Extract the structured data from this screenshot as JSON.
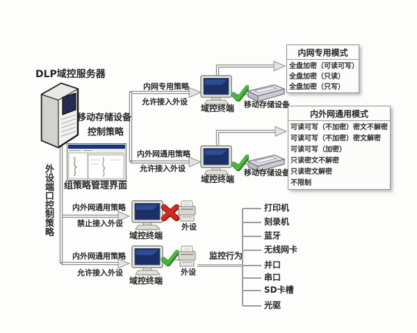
{
  "colors": {
    "check_green": "#49b83c",
    "cross_red": "#d42a1e",
    "window_titlebar_blue": "#15357e",
    "monitor_screen_navy": "#1c2f66",
    "line_gray": "#8f8f8f"
  },
  "server": {
    "label": "DLP域控服务器"
  },
  "storage_policy": {
    "line1": "移动存储设备",
    "line2": "控制策略"
  },
  "gpo_window_label": "组策略管理界面",
  "port_policy_vertical": "外设端口控制策略",
  "flows": [
    {
      "policy": "内网专用策略",
      "action": "允许接入外设"
    },
    {
      "policy": "内外网通用策略",
      "action": "允许接入外设"
    },
    {
      "policy": "内外网通用策略",
      "action": "禁止接入外设"
    },
    {
      "policy": "内外网通用策略",
      "action": "允许接入外设"
    }
  ],
  "labels": {
    "terminal": "域控终端",
    "storage_device": "移动存储设备",
    "peripheral": "外设",
    "monitor_behavior": "监控行为"
  },
  "boxes": [
    {
      "title": "内网专用模式",
      "items": [
        "全盘加密（可读可写）",
        "全盘加密（只读）",
        "全盘加密（只写）"
      ]
    },
    {
      "title": "内外网通用模式",
      "items": [
        "可读可写（不加密）密文不解密",
        "可读可写（不加密）密文解密",
        "可读可写（加密）",
        "只读密文不解密",
        "只读密文解密",
        "不限制"
      ]
    }
  ],
  "devices": [
    "打印机",
    "刻录机",
    "蓝牙",
    "无线网卡",
    "并口",
    "串口",
    "SD卡槽",
    "光驱"
  ],
  "icons": {
    "server": "server-tower-icon",
    "terminal": "crt-monitor-icon",
    "check": "green-check-icon",
    "cross": "red-cross-icon",
    "storage": "usb-storage-icon",
    "printer": "printer-icon",
    "window": "policy-window-icon"
  }
}
